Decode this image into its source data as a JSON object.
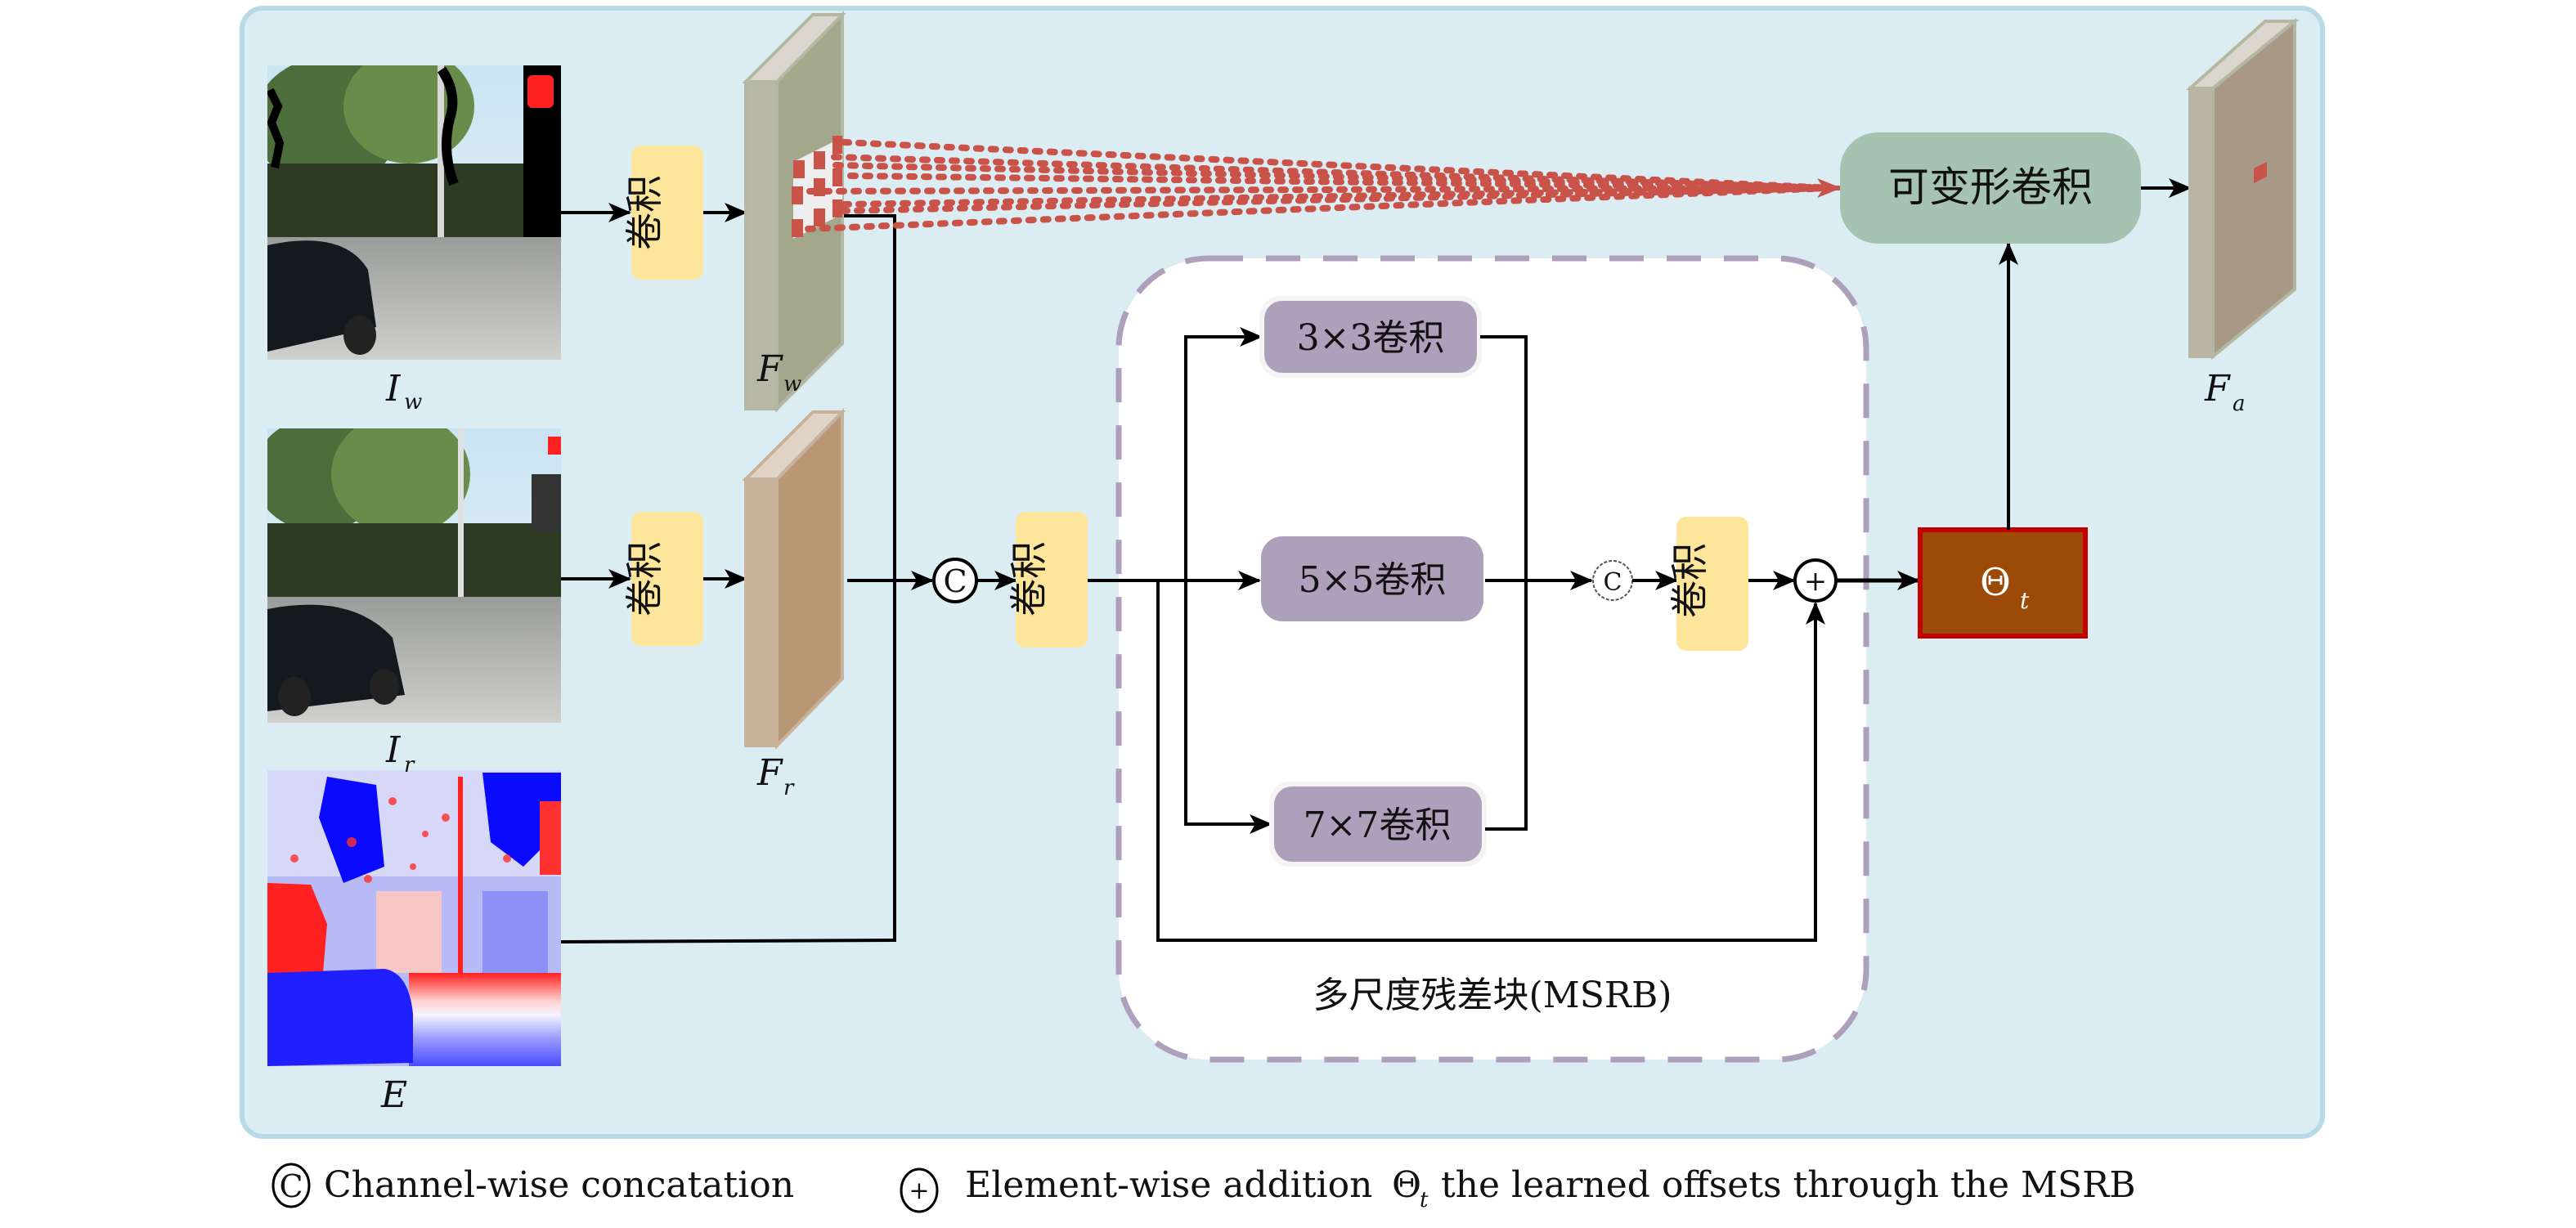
{
  "colors": {
    "panel_bg": "#dbedf3",
    "panel_border": "#b6dbe6",
    "conv_block": "#fde59b",
    "msrb_box_bg": "#ffffff",
    "msrb_dash": "#ae9fbb",
    "kernel_block": "#ae9fbb",
    "deform_block": "#a6c3b2",
    "theta_fill": "#9c4a08",
    "theta_border": "#c30000",
    "offset_dots": "#c95249",
    "fw_front": "#b7b9a6",
    "fw_side": "#a3a88d",
    "fr_front": "#c9b29b",
    "fr_side": "#b89776",
    "fa_front": "#bdb3a5",
    "fa_side": "#a89886",
    "slab_top": "#dcd7ce"
  },
  "inputs": {
    "warped_image": {
      "label": "I",
      "sub": "w"
    },
    "reference_image": {
      "label": "I",
      "sub": "r"
    },
    "error_map": {
      "label": "E",
      "sub": ""
    }
  },
  "features": {
    "fw": {
      "label": "F",
      "sub": "w"
    },
    "fr": {
      "label": "F",
      "sub": "r"
    },
    "fa": {
      "label": "F",
      "sub": "a"
    }
  },
  "blocks": {
    "conv_label": "卷积",
    "conv_chars": [
      "卷",
      "积"
    ],
    "concat_symbol": "C",
    "add_symbol": "+",
    "deformable_conv": "可变形卷积",
    "theta": {
      "label": "Θ",
      "sub": "t"
    }
  },
  "msrb": {
    "title": "多尺度残差块(MSRB)",
    "branches": [
      "3×3卷积",
      "5×5卷积",
      "7×7卷积"
    ]
  },
  "legend": {
    "concat_symbol": "C",
    "concat_text": "Channel-wise concatation",
    "add_symbol": "+",
    "add_text": "Element-wise addition",
    "theta_label": "Θ",
    "theta_sub": "t",
    "theta_text": "the learned offsets through the MSRB"
  }
}
